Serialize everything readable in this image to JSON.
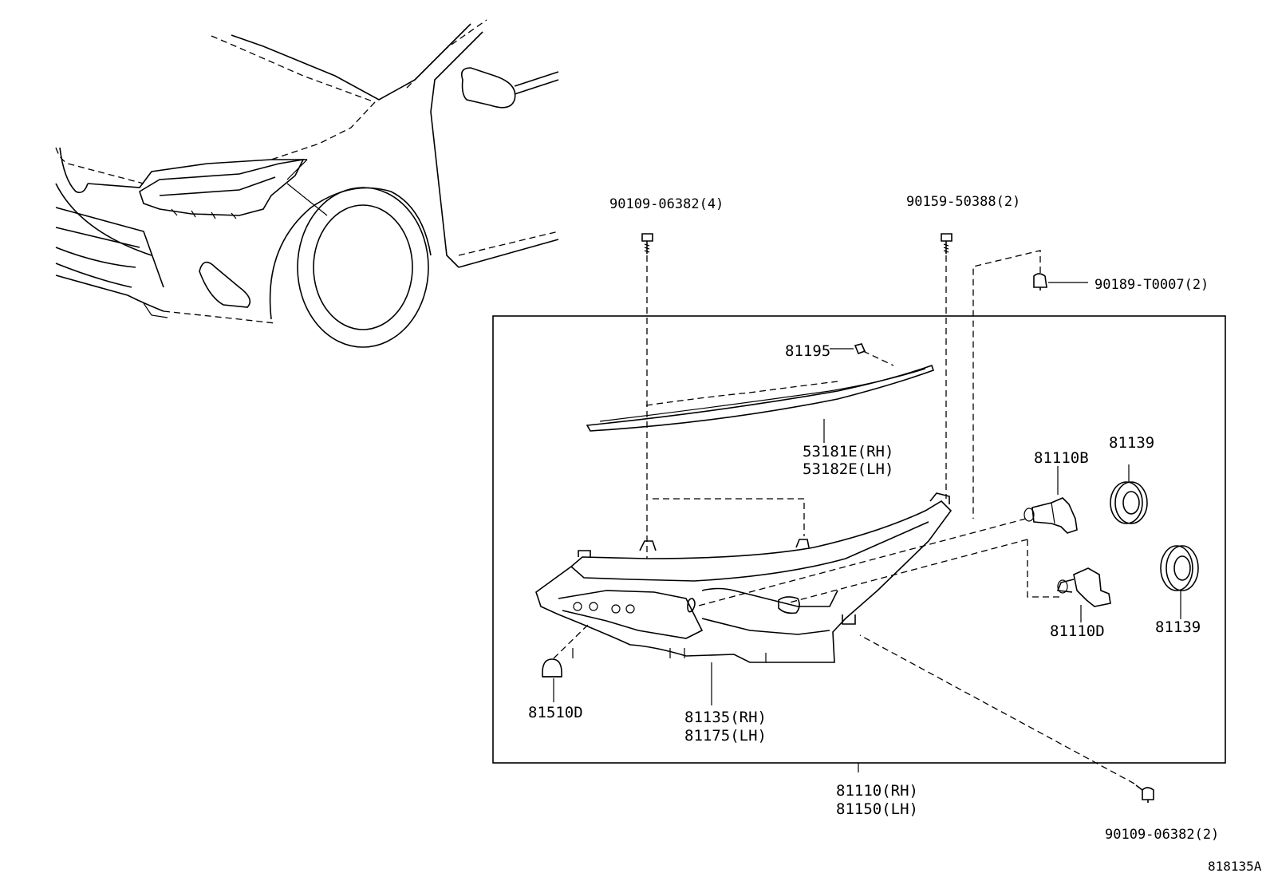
{
  "diagram_id": "818135A",
  "callouts": {
    "bolt_90109_a": "90109-06382(4)",
    "screw_90159": "90159-50388(2)",
    "clip_90189": "90189-T0007(2)",
    "screw_81195": "81195",
    "garnish_rh": "53181E(RH)",
    "garnish_lh": "53182E(LH)",
    "bulb_81110b": "81110B",
    "cap_81139_top": "81139",
    "bulb_81110d": "81110D",
    "cap_81139_bottom": "81139",
    "socket_81510d": "81510D",
    "housing_rh": "81135(RH)",
    "housing_lh": "81175(LH)",
    "assembly_rh": "81110(RH)",
    "assembly_lh": "81150(LH)",
    "bolt_90109_b": "90109-06382(2)"
  }
}
